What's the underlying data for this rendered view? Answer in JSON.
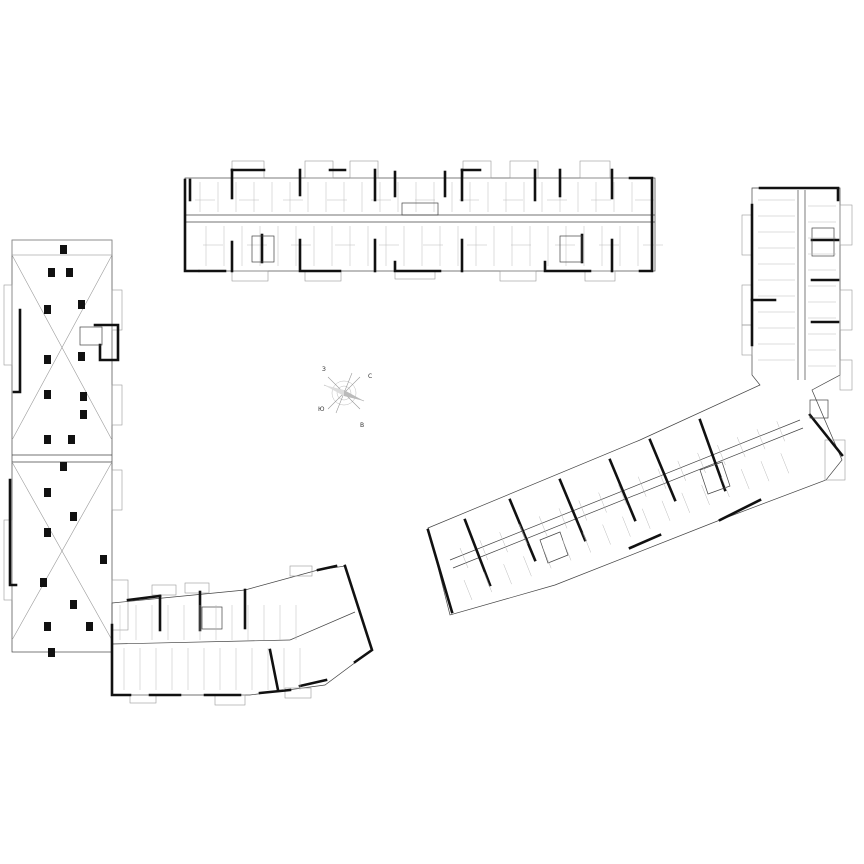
{
  "plan": {
    "background": "#ffffff",
    "line_color": "#111111",
    "blocks": [
      "north-block",
      "west-block",
      "southwest-block",
      "east-block"
    ]
  },
  "compass": {
    "icon": "compass-rose-icon",
    "labels": {
      "north": "С",
      "south": "Ю",
      "west": "З",
      "east": "В"
    }
  }
}
